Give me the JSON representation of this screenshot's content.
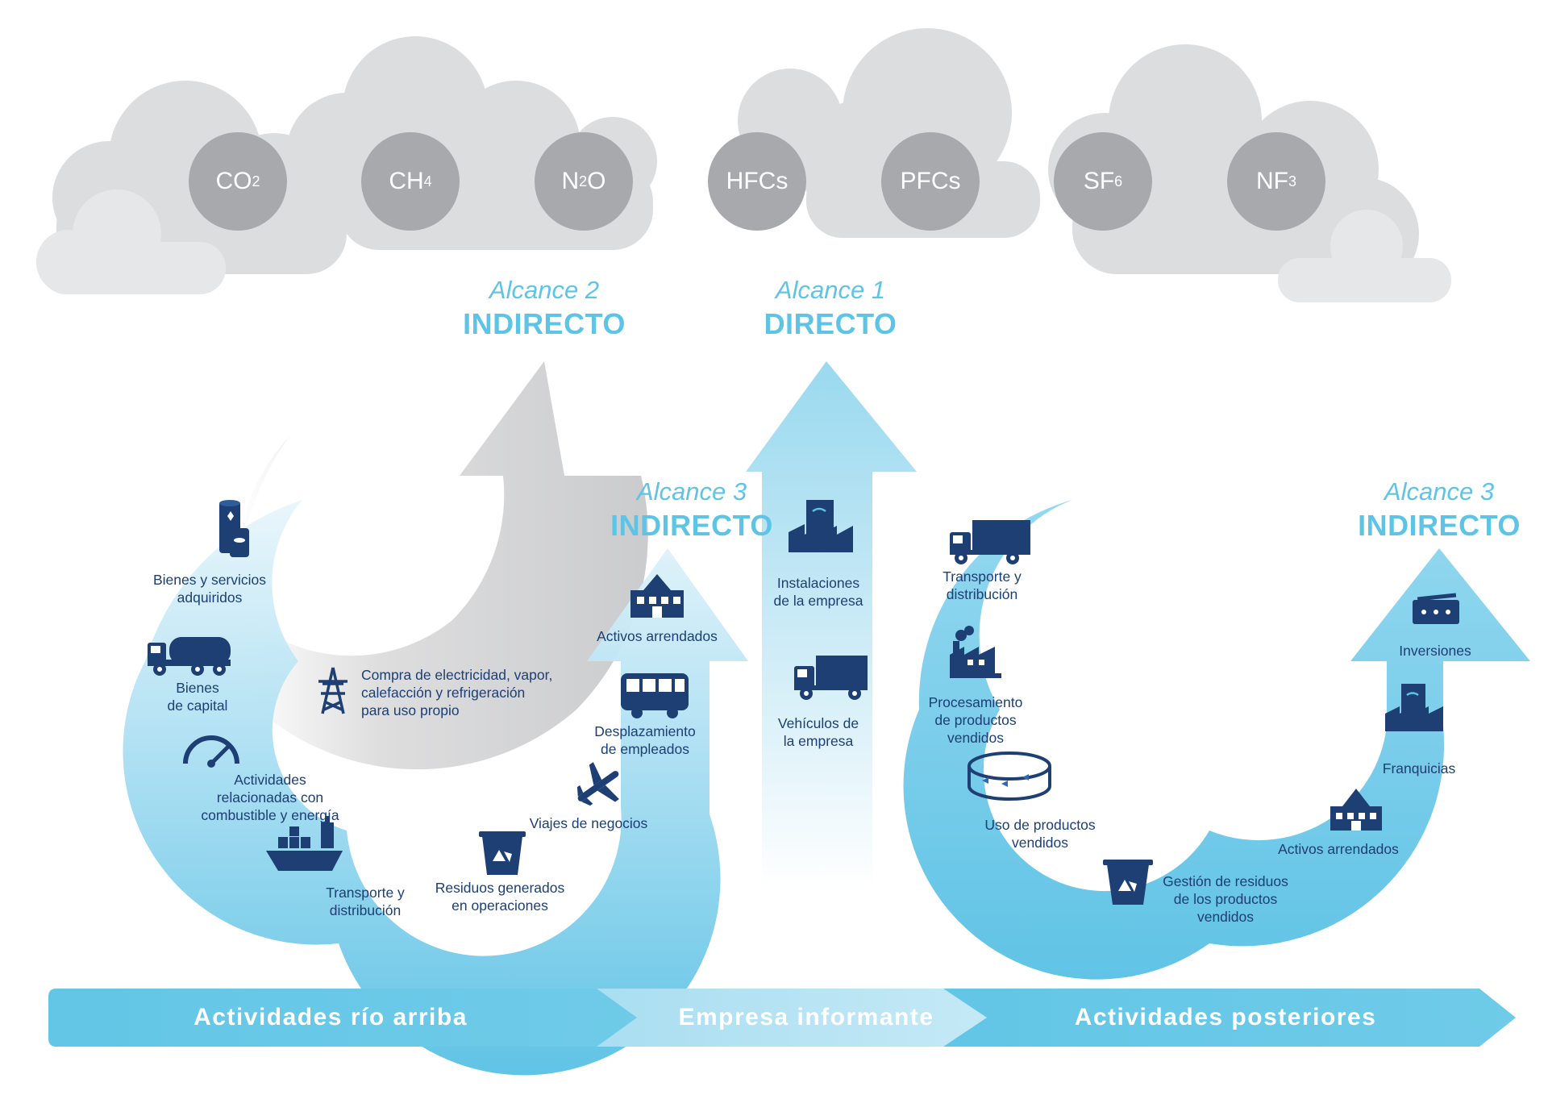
{
  "gases": [
    {
      "base": "CO",
      "sub": "2"
    },
    {
      "base": "CH",
      "sub": "4"
    },
    {
      "base": "N",
      "sub": "2",
      "tail": "O"
    },
    {
      "base": "HFCs",
      "sub": ""
    },
    {
      "base": "PFCs",
      "sub": ""
    },
    {
      "base": "SF",
      "sub": "6"
    },
    {
      "base": "NF",
      "sub": "3"
    }
  ],
  "scopes": {
    "scope2": {
      "name": "Alcance 2",
      "type": "INDIRECTO"
    },
    "scope1": {
      "name": "Alcance 1",
      "type": "DIRECTO"
    },
    "scope3_up": {
      "name": "Alcance 3",
      "type": "INDIRECTO"
    },
    "scope3_down": {
      "name": "Alcance 3",
      "type": "INDIRECTO"
    }
  },
  "upstream": {
    "purchased_goods": "Bienes y servicios\nadquiridos",
    "capital_goods": "Bienes\nde capital",
    "fuel_energy": "Actividades\nrelacionadas con\ncombustible y energía",
    "transport": "Transporte y\ndistribución",
    "waste": "Residuos generados\nen operaciones",
    "business_travel": "Viajes de negocios",
    "commuting": "Desplazamiento\nde empleados",
    "leased_assets": "Activos arrendados",
    "electricity": "Compra de electricidad, vapor,\ncalefacción y refrigeración\npara uso propio"
  },
  "company": {
    "facilities": "Instalaciones\nde la empresa",
    "vehicles": "Vehículos de\nla empresa"
  },
  "downstream": {
    "transport": "Transporte y\ndistribución",
    "processing": "Procesamiento\nde productos\nvendidos",
    "use": "Uso de productos\nvendidos",
    "end_of_life": "Gestión de residuos\nde los productos\nvendidos",
    "leased_assets": "Activos arrendados",
    "franchises": "Franquicias",
    "investments": "Inversiones"
  },
  "bottom_bar": {
    "upstream": "Actividades río arriba",
    "company": "Empresa informante",
    "downstream": "Actividades posteriores"
  },
  "colors": {
    "cloud": "#dcdddf",
    "gas_circle": "#a7a9ac",
    "scope_text": "#5ec4e6",
    "blue_arrow": "#6ccbe8",
    "gray_arrow": "#cfd0d2",
    "icon": "#1d3f73",
    "bar": "#6ccbe8"
  }
}
